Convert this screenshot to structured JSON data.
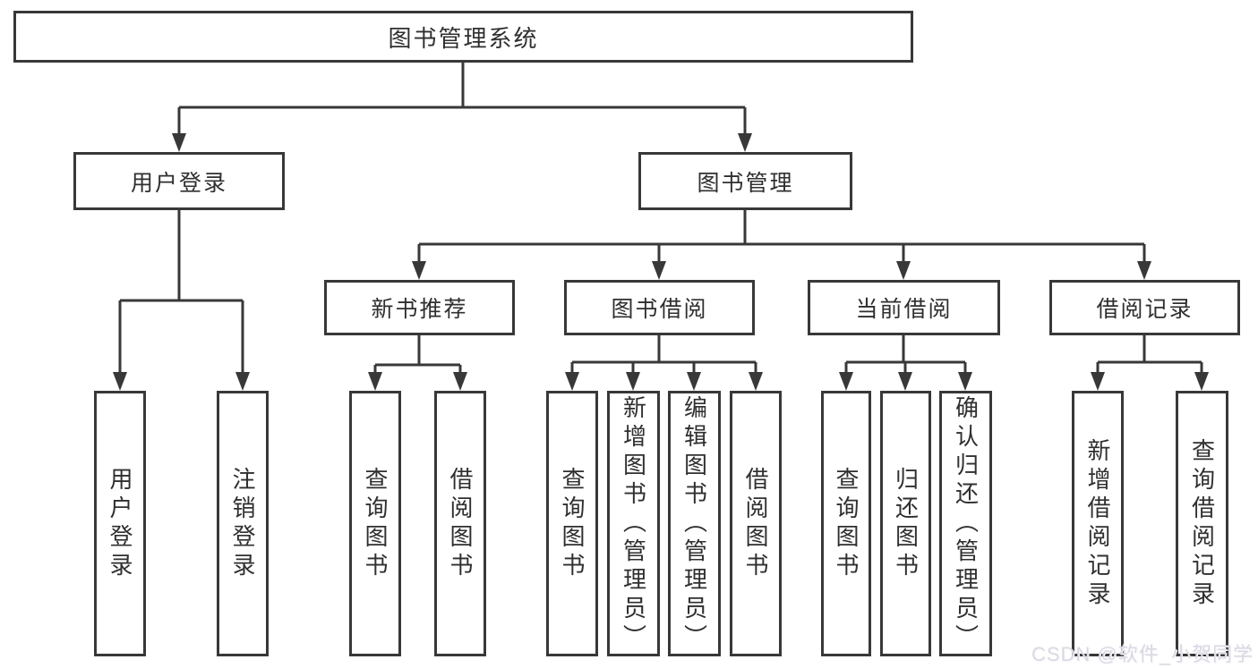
{
  "diagram": {
    "root": {
      "label": "图书管理系统"
    },
    "branches": [
      {
        "label": "用户登录",
        "children": [
          {
            "label": "用户登录"
          },
          {
            "label": "注销登录"
          }
        ]
      },
      {
        "label": "图书管理",
        "groups": [
          {
            "label": "新书推荐",
            "children": [
              {
                "label": "查询图书"
              },
              {
                "label": "借阅图书"
              }
            ]
          },
          {
            "label": "图书借阅",
            "children": [
              {
                "label": "查询图书"
              },
              {
                "label": "新增图书（管理员）"
              },
              {
                "label": "编辑图书（管理员）"
              },
              {
                "label": "借阅图书"
              }
            ]
          },
          {
            "label": "当前借阅",
            "children": [
              {
                "label": "查询图书"
              },
              {
                "label": "归还图书"
              },
              {
                "label": "确认归还（管理员）"
              }
            ]
          },
          {
            "label": "借阅记录",
            "children": [
              {
                "label": "新增借阅记录"
              },
              {
                "label": "查询借阅记录"
              }
            ]
          }
        ]
      }
    ]
  },
  "watermark": {
    "text": "CSDN @软件_小贺同学"
  },
  "colors": {
    "line": "#383838",
    "node_border": "#383838",
    "node_fill": "#ffffff",
    "text": "#2f2f2f",
    "watermark": "#d9d9e4",
    "background": "#ffffff"
  }
}
